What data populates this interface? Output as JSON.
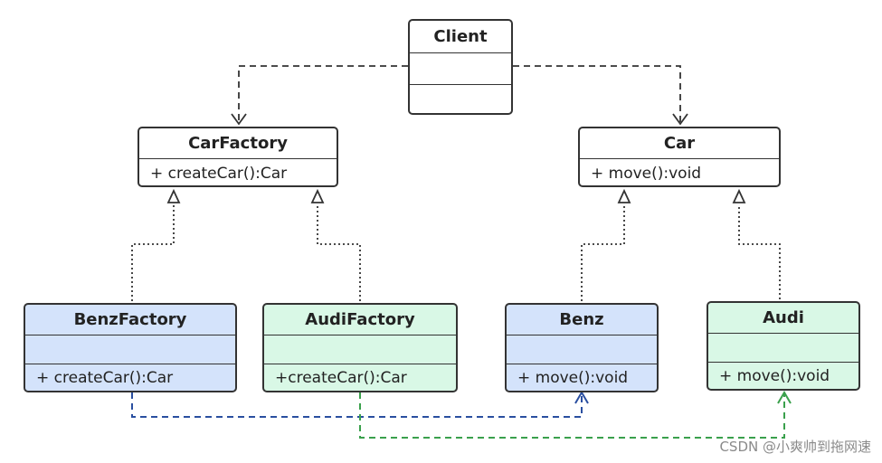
{
  "colors": {
    "border": "#333333",
    "concrete_blue_fill": "#d4e3fb",
    "concrete_green_fill": "#d9f8e6",
    "blue_dependency": "#2a4fa0",
    "green_dependency": "#3aa04c"
  },
  "classes": {
    "client": {
      "name": "Client"
    },
    "car_factory": {
      "name": "CarFactory",
      "operation": "+  createCar():Car"
    },
    "car": {
      "name": "Car",
      "operation": "+ move():void"
    },
    "benz_factory": {
      "name": "BenzFactory",
      "operation": "+  createCar():Car"
    },
    "audi_factory": {
      "name": "AudiFactory",
      "operation": "+createCar():Car"
    },
    "benz": {
      "name": "Benz",
      "operation": "+ move():void"
    },
    "audi": {
      "name": "Audi",
      "operation": "+ move():void"
    }
  },
  "watermark": "CSDN @小爽帅到拖网速"
}
